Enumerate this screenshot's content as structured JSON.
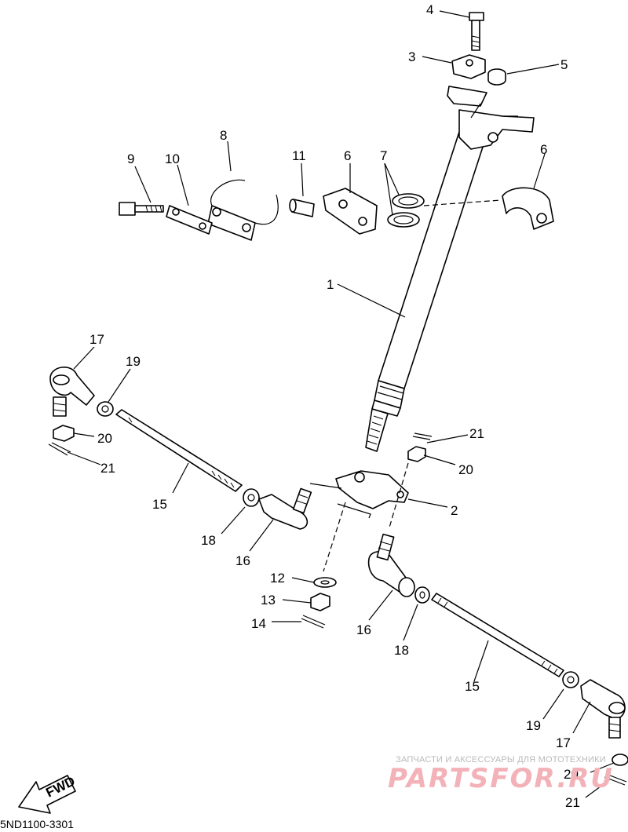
{
  "callouts": {
    "c1": "1",
    "c2": "2",
    "c3": "3",
    "c4": "4",
    "c5": "5",
    "c6a": "6",
    "c6b": "6",
    "c7": "7",
    "c8": "8",
    "c9": "9",
    "c10": "10",
    "c11": "11",
    "c12": "12",
    "c13": "13",
    "c14": "14",
    "c15a": "15",
    "c15b": "15",
    "c16a": "16",
    "c16b": "16",
    "c17a": "17",
    "c17b": "17",
    "c18a": "18",
    "c18b": "18",
    "c19a": "19",
    "c19b": "19",
    "c20a": "20",
    "c20b": "20",
    "c20c": "20",
    "c21a": "21",
    "c21b": "21",
    "c21c": "21"
  },
  "fwd_label": "FWD",
  "diagram_code": "5ND1100-3301",
  "watermark": {
    "tagline": "ЗАПЧАСТИ И АКСЕССУАРЫ ДЛЯ МОТОТЕХНИКИ",
    "logo": "PARTSFOR.RU"
  }
}
